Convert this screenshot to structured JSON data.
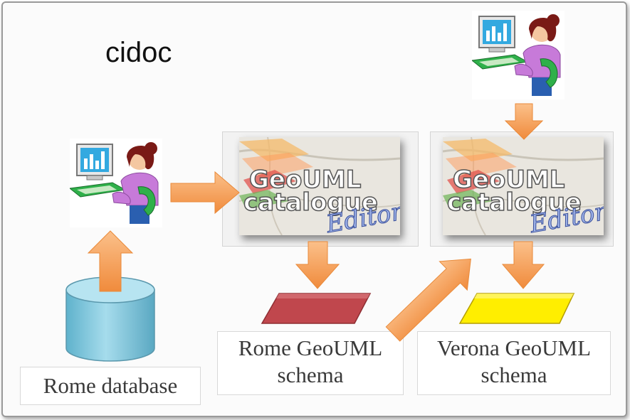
{
  "title": "cidoc",
  "captions": {
    "rome_database": "Rome database",
    "rome_schema_line1": "Rome GeoUML",
    "rome_schema_line2": "schema",
    "verona_schema_line1": "Verona GeoUML",
    "verona_schema_line2": "schema"
  },
  "editor": {
    "line1": "GeoUML",
    "line2": "catalogue",
    "line3": "Editor"
  },
  "colors": {
    "arrow": "#f6a35c",
    "rome_schema": "#c0474d",
    "verona_schema": "#ffee00",
    "database": "#8fd0e2"
  }
}
